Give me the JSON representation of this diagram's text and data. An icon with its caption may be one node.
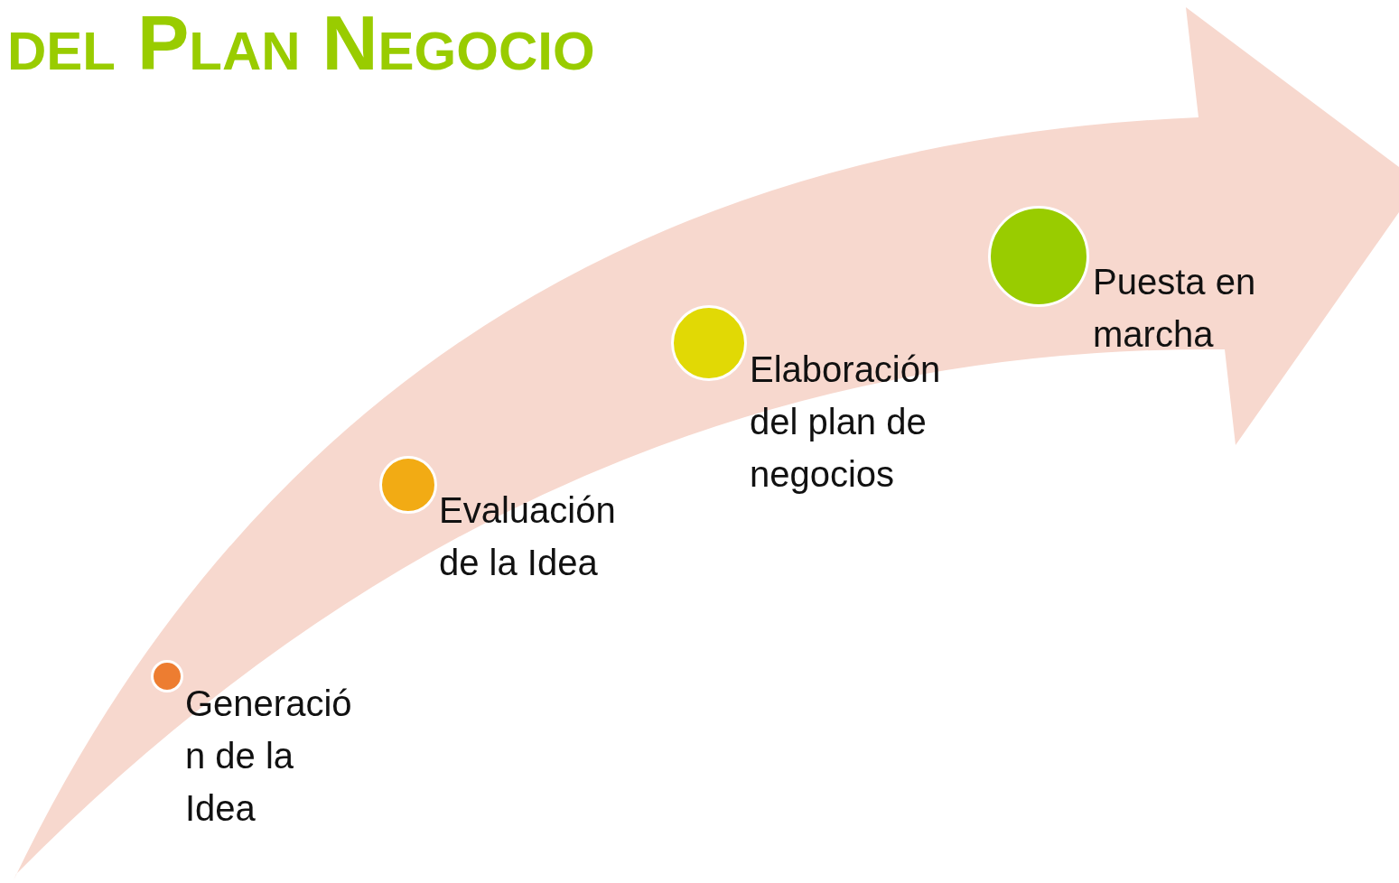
{
  "diagram": {
    "title": "del Plan Negocio",
    "nodes": [
      {
        "text": [],
        "shape": "circle",
        "beside": [
          "Generación de la Idea"
        ]
      },
      {
        "text": [],
        "shape": "circle",
        "beside": [
          "Evaluación de la Idea"
        ]
      },
      {
        "text": [],
        "shape": "circle",
        "beside": [
          "Elaboración del plan de negocios"
        ]
      },
      {
        "text": [],
        "shape": "circle",
        "beside": [
          "Puesta en marcha"
        ]
      }
    ]
  }
}
